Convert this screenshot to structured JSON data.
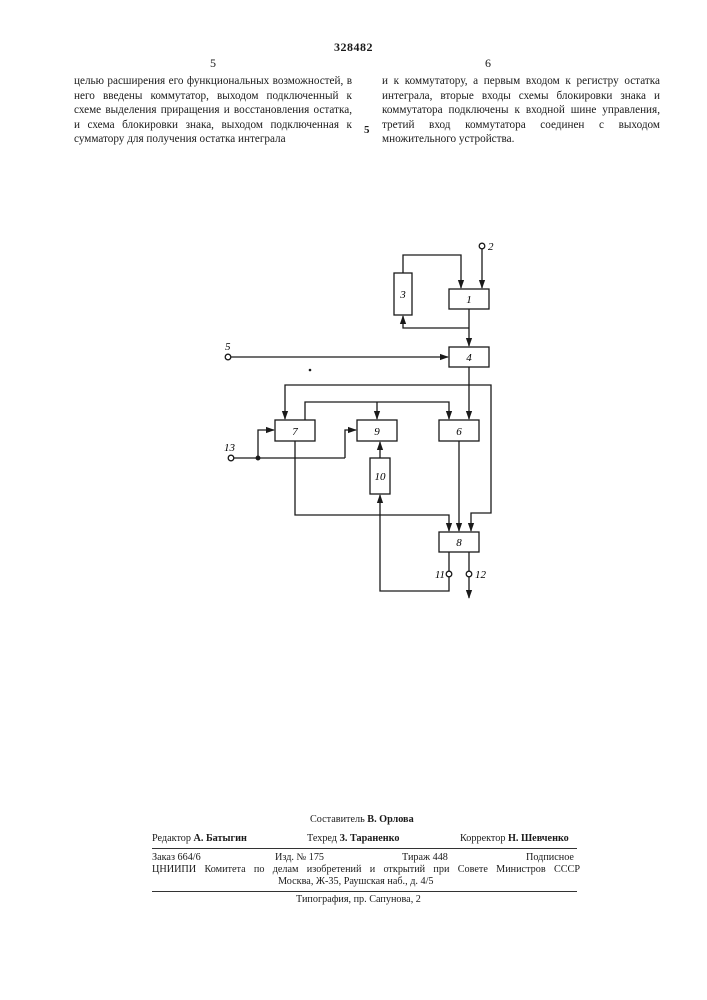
{
  "header": {
    "patent_number": "328482",
    "left_column_number": "5",
    "right_column_number": "6",
    "margin_line_number": "5"
  },
  "columns": {
    "left_text": "целью расширения его функциональных возможностей, в него введены коммутатор, выходом подключенный к схеме выделения приращения и восстановления остатка, и схема блокировки знака, выходом подключенная к сумматору для получения остатка интеграла",
    "right_text": "и к коммутатору, а первым входом к регистру остатка интеграла, вторые входы схемы блокировки знака и коммутатора подключены к входной шине управления, третий вход коммутатора соединен с выходом множительного устройства."
  },
  "diagram": {
    "blocks": [
      "1",
      "3",
      "4",
      "7",
      "9",
      "6",
      "10",
      "8"
    ],
    "terminals": [
      "2",
      "5",
      "13",
      "11",
      "12"
    ]
  },
  "footer": {
    "compiler_label": "Составитель",
    "compiler_name": "В. Орлова",
    "editor_label": "Редактор",
    "editor_name": "А. Батыгин",
    "techred_label": "Техред",
    "techred_name": "З. Тараненко",
    "corrector_label": "Корректор",
    "corrector_name": "Н. Шевченко",
    "order": "Заказ 664/6",
    "publication": "Изд. № 175",
    "circulation": "Тираж 448",
    "subscription": "Подписное",
    "institute": "ЦНИИПИ Комитета по делам изобретений и открытий при Совете Министров СССР",
    "address": "Москва, Ж-35, Раушская наб., д. 4/5",
    "printing_house": "Типография, пр. Сапунова, 2"
  }
}
